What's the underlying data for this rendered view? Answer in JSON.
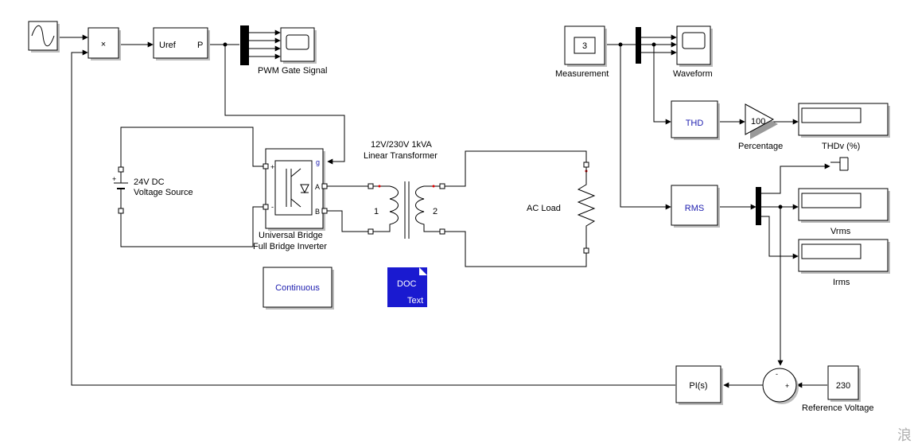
{
  "sine_wave": {
    "icon": "sine-wave-icon"
  },
  "product": {
    "symbol": "×"
  },
  "pwm_generator": {
    "input_label": "Uref",
    "output_label": "P"
  },
  "pwm_scope": {
    "label": "PWM Gate Signal",
    "icon": "scope-icon"
  },
  "dc_source": {
    "label_line1": "24V DC",
    "label_line2": "Voltage Source",
    "plus": "+",
    "minus": "-"
  },
  "universal_bridge": {
    "label_line1": "Universal Bridge",
    "label_line2": "Full Bridge Inverter",
    "port_g": "g",
    "port_a": "A",
    "port_b": "B",
    "port_plus": "+",
    "port_minus": "-"
  },
  "transformer": {
    "label_line1": "12V/230V 1kVA",
    "label_line2": "Linear Transformer",
    "winding1": "1",
    "winding2": "2"
  },
  "ac_load": {
    "label": "AC Load"
  },
  "powergui": {
    "label": "Continuous"
  },
  "doc_block": {
    "label_line1": "DOC",
    "label_line2": "Text"
  },
  "measurement": {
    "value": "3",
    "label": "Measurement"
  },
  "waveform_scope": {
    "label": "Waveform",
    "icon": "scope-icon"
  },
  "thd_block": {
    "label": "THD"
  },
  "gain": {
    "value": "100",
    "label": "Percentage"
  },
  "thd_display": {
    "label": "THDv (%)"
  },
  "rms_block": {
    "label": "RMS"
  },
  "vrms_display": {
    "label": "Vrms"
  },
  "irms_display": {
    "label": "Irms"
  },
  "sum_block": {
    "sign_top": "-",
    "sign_right": "+"
  },
  "pi_controller": {
    "label": "PI(s)"
  },
  "reference": {
    "value": "230",
    "label": "Reference Voltage"
  },
  "watermark": {
    "text": "浪"
  }
}
